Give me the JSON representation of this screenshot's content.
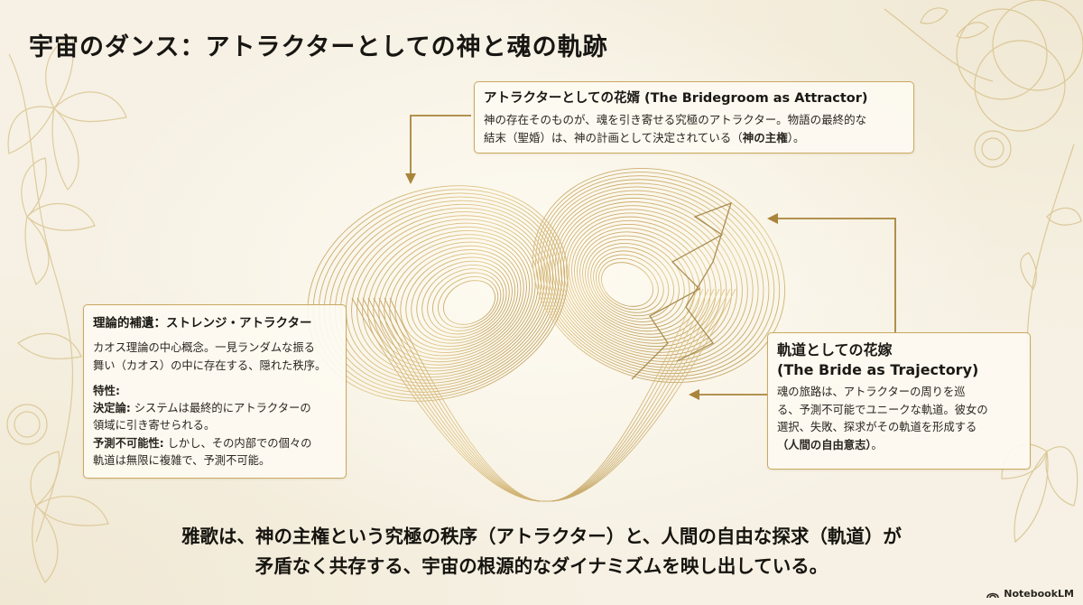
{
  "title": "宇宙のダンス：アトラクターとしての神と魂の軌跡",
  "box_attractor": {
    "title": "アトラクターとしての花婿 (The Bridegroom as Attractor)",
    "line1": "神の存在そのものが、魂を引き寄せる究極のアトラクター。物語の最終的な",
    "line2_prefix": "結末（聖婚）は、神の計画として決定されている（",
    "line2_bold": "神の主権",
    "line2_suffix": "）。"
  },
  "box_trajectory": {
    "title_line1": "軌道としての花嫁",
    "title_line2": "(The Bride as Trajectory)",
    "line1": "魂の旅路は、アトラクターの周りを巡",
    "line2": "る、予測不可能でユニークな軌道。彼女の",
    "line3": "選択、失敗、探求がその軌道を形成する",
    "line4_bold": "（人間の自由意志）",
    "line4_suffix": "。"
  },
  "box_theory": {
    "title": "理論的補遺：ストレンジ・アトラクター",
    "line1": "カオス理論の中心概念。一見ランダムな振る",
    "line2": "舞い（カオス）の中に存在する、隠れた秩序。",
    "sub_title": "特性:",
    "det_term": "決定論:",
    "det_line1": " システムは最終的にアトラクターの",
    "det_line2": "領域に引き寄せられる。",
    "unp_term": "予測不可能性:",
    "unp_line1": " しかし、その内部での個々の",
    "unp_line2": "軌道は無限に複雑で、予測不可能。"
  },
  "conclusion": {
    "line1": "雅歌は、神の主権という究極の秩序（アトラクター）と、人間の自由な探求（軌道）が",
    "line2": "矛盾なく共存する、宇宙の根源的なダイナミズムを映し出している。"
  },
  "footer": {
    "brand": "NotebookLM",
    "icon": "notebooklm-logo-icon"
  },
  "colors": {
    "gold": "#c9a961",
    "gold_dark": "#a9843a",
    "background": "#f6f1e4"
  }
}
